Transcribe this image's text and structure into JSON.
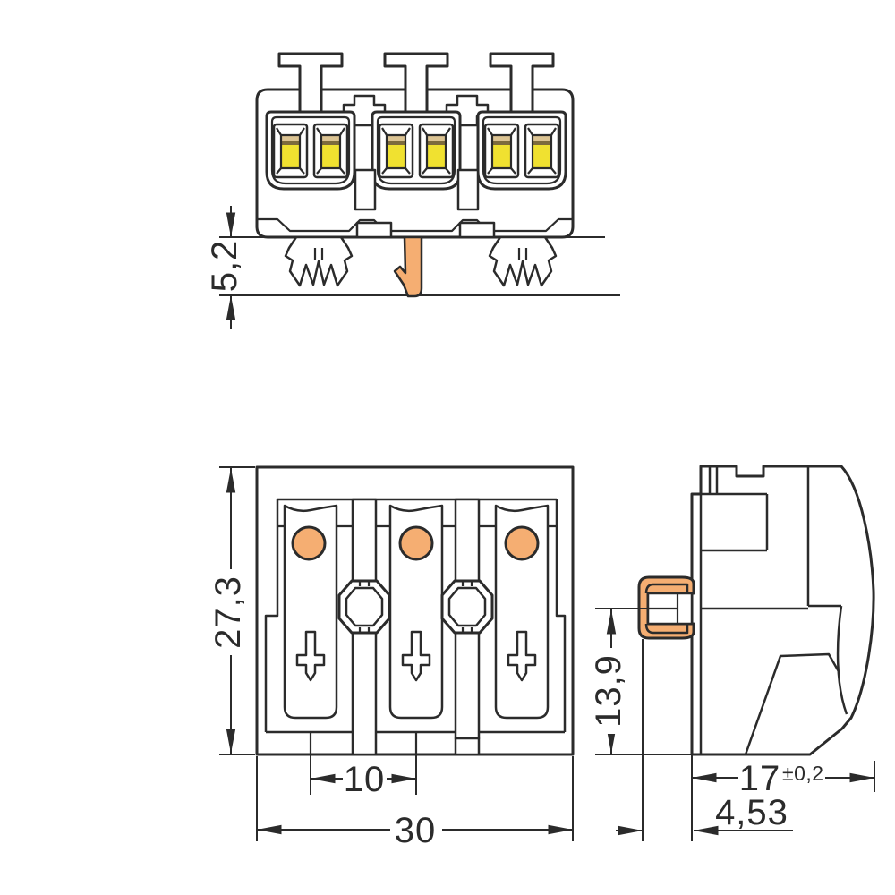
{
  "dimensions": {
    "foot_height": "5,2",
    "body_height": "27,3",
    "pole_pitch": "10",
    "overall_width": "30",
    "ground_contact_height": "13,9",
    "depth": "17",
    "depth_tolerance": "±0,2",
    "ground_contact_offset": "4,53"
  },
  "colors": {
    "line": "#2b2b2b",
    "background": "#ffffff",
    "contact_yellow": "#f0e130",
    "stripe_light": "#dcc493",
    "stripe_dark": "#7d6b3d",
    "copper": "#f5ae72"
  }
}
